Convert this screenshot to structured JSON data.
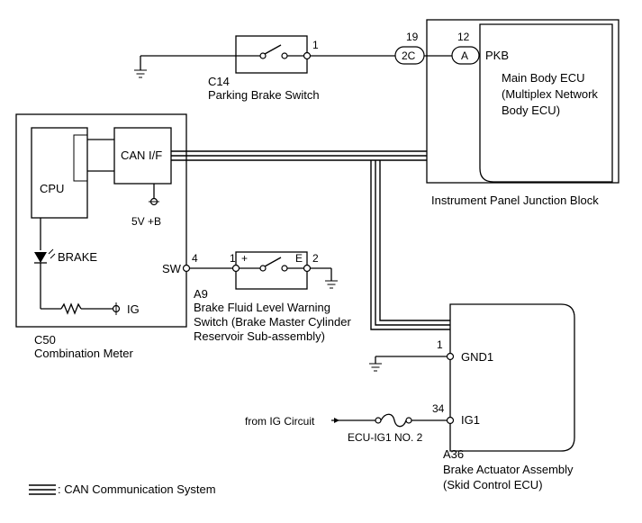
{
  "combination_meter": {
    "code": "C50",
    "name": "Combination Meter",
    "cpu": "CPU",
    "can_if": "CAN I/F",
    "power": "5V +B",
    "brake": "BRAKE",
    "ig": "IG",
    "sw_pin_label": "SW",
    "sw_pin_number": "4"
  },
  "parking_brake_switch": {
    "code": "C14",
    "name": "Parking Brake Switch",
    "pin": "1"
  },
  "junction_block": {
    "name": "Instrument Panel Junction Block",
    "connector_2c_pin": "19",
    "connector_2c": "2C",
    "connector_a_pin": "12",
    "connector_a": "A",
    "pkb": "PKB",
    "ecu_line1": "Main Body ECU",
    "ecu_line2": "(Multiplex Network",
    "ecu_line3": "Body ECU)"
  },
  "brake_fluid_switch": {
    "code": "A9",
    "line1": "Brake Fluid Level Warning",
    "line2": "Switch (Brake Master Cylinder",
    "line3": "Reservoir Sub-assembly)",
    "pin1": "1",
    "pin2": "2",
    "plus": "+",
    "e": "E"
  },
  "brake_actuator": {
    "code": "A36",
    "line1": "Brake Actuator Assembly",
    "line2": "(Skid Control ECU)",
    "gnd_pin": "1",
    "gnd_label": "GND1",
    "ig_pin": "34",
    "ig_label": "IG1",
    "from_ig": "from IG Circuit",
    "fuse": "ECU-IG1 NO. 2"
  },
  "legend": {
    "text": ": CAN Communication System"
  }
}
